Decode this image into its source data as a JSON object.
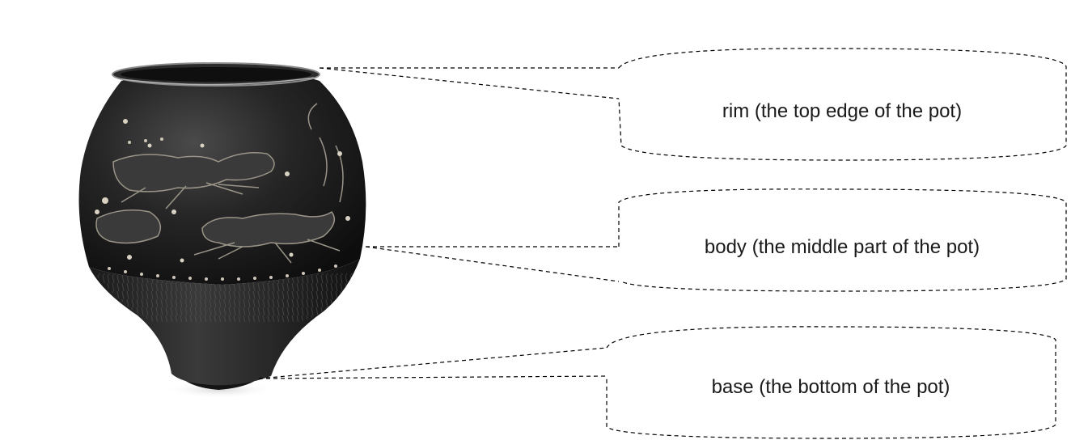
{
  "diagram": {
    "labels": [
      {
        "id": "rim",
        "text": "rim (the top edge of the pot)"
      },
      {
        "id": "body",
        "text": "body (the middle part of the pot)"
      },
      {
        "id": "base",
        "text": "base (the bottom of the pot)"
      }
    ],
    "colors": {
      "pot_dark": "#1c1c1c",
      "pot_highlight": "#6a6a6a",
      "slip_decoration": "#cfc7b8",
      "callout_line": "#000000"
    },
    "image_subject": "black pot with raised animal decoration"
  }
}
